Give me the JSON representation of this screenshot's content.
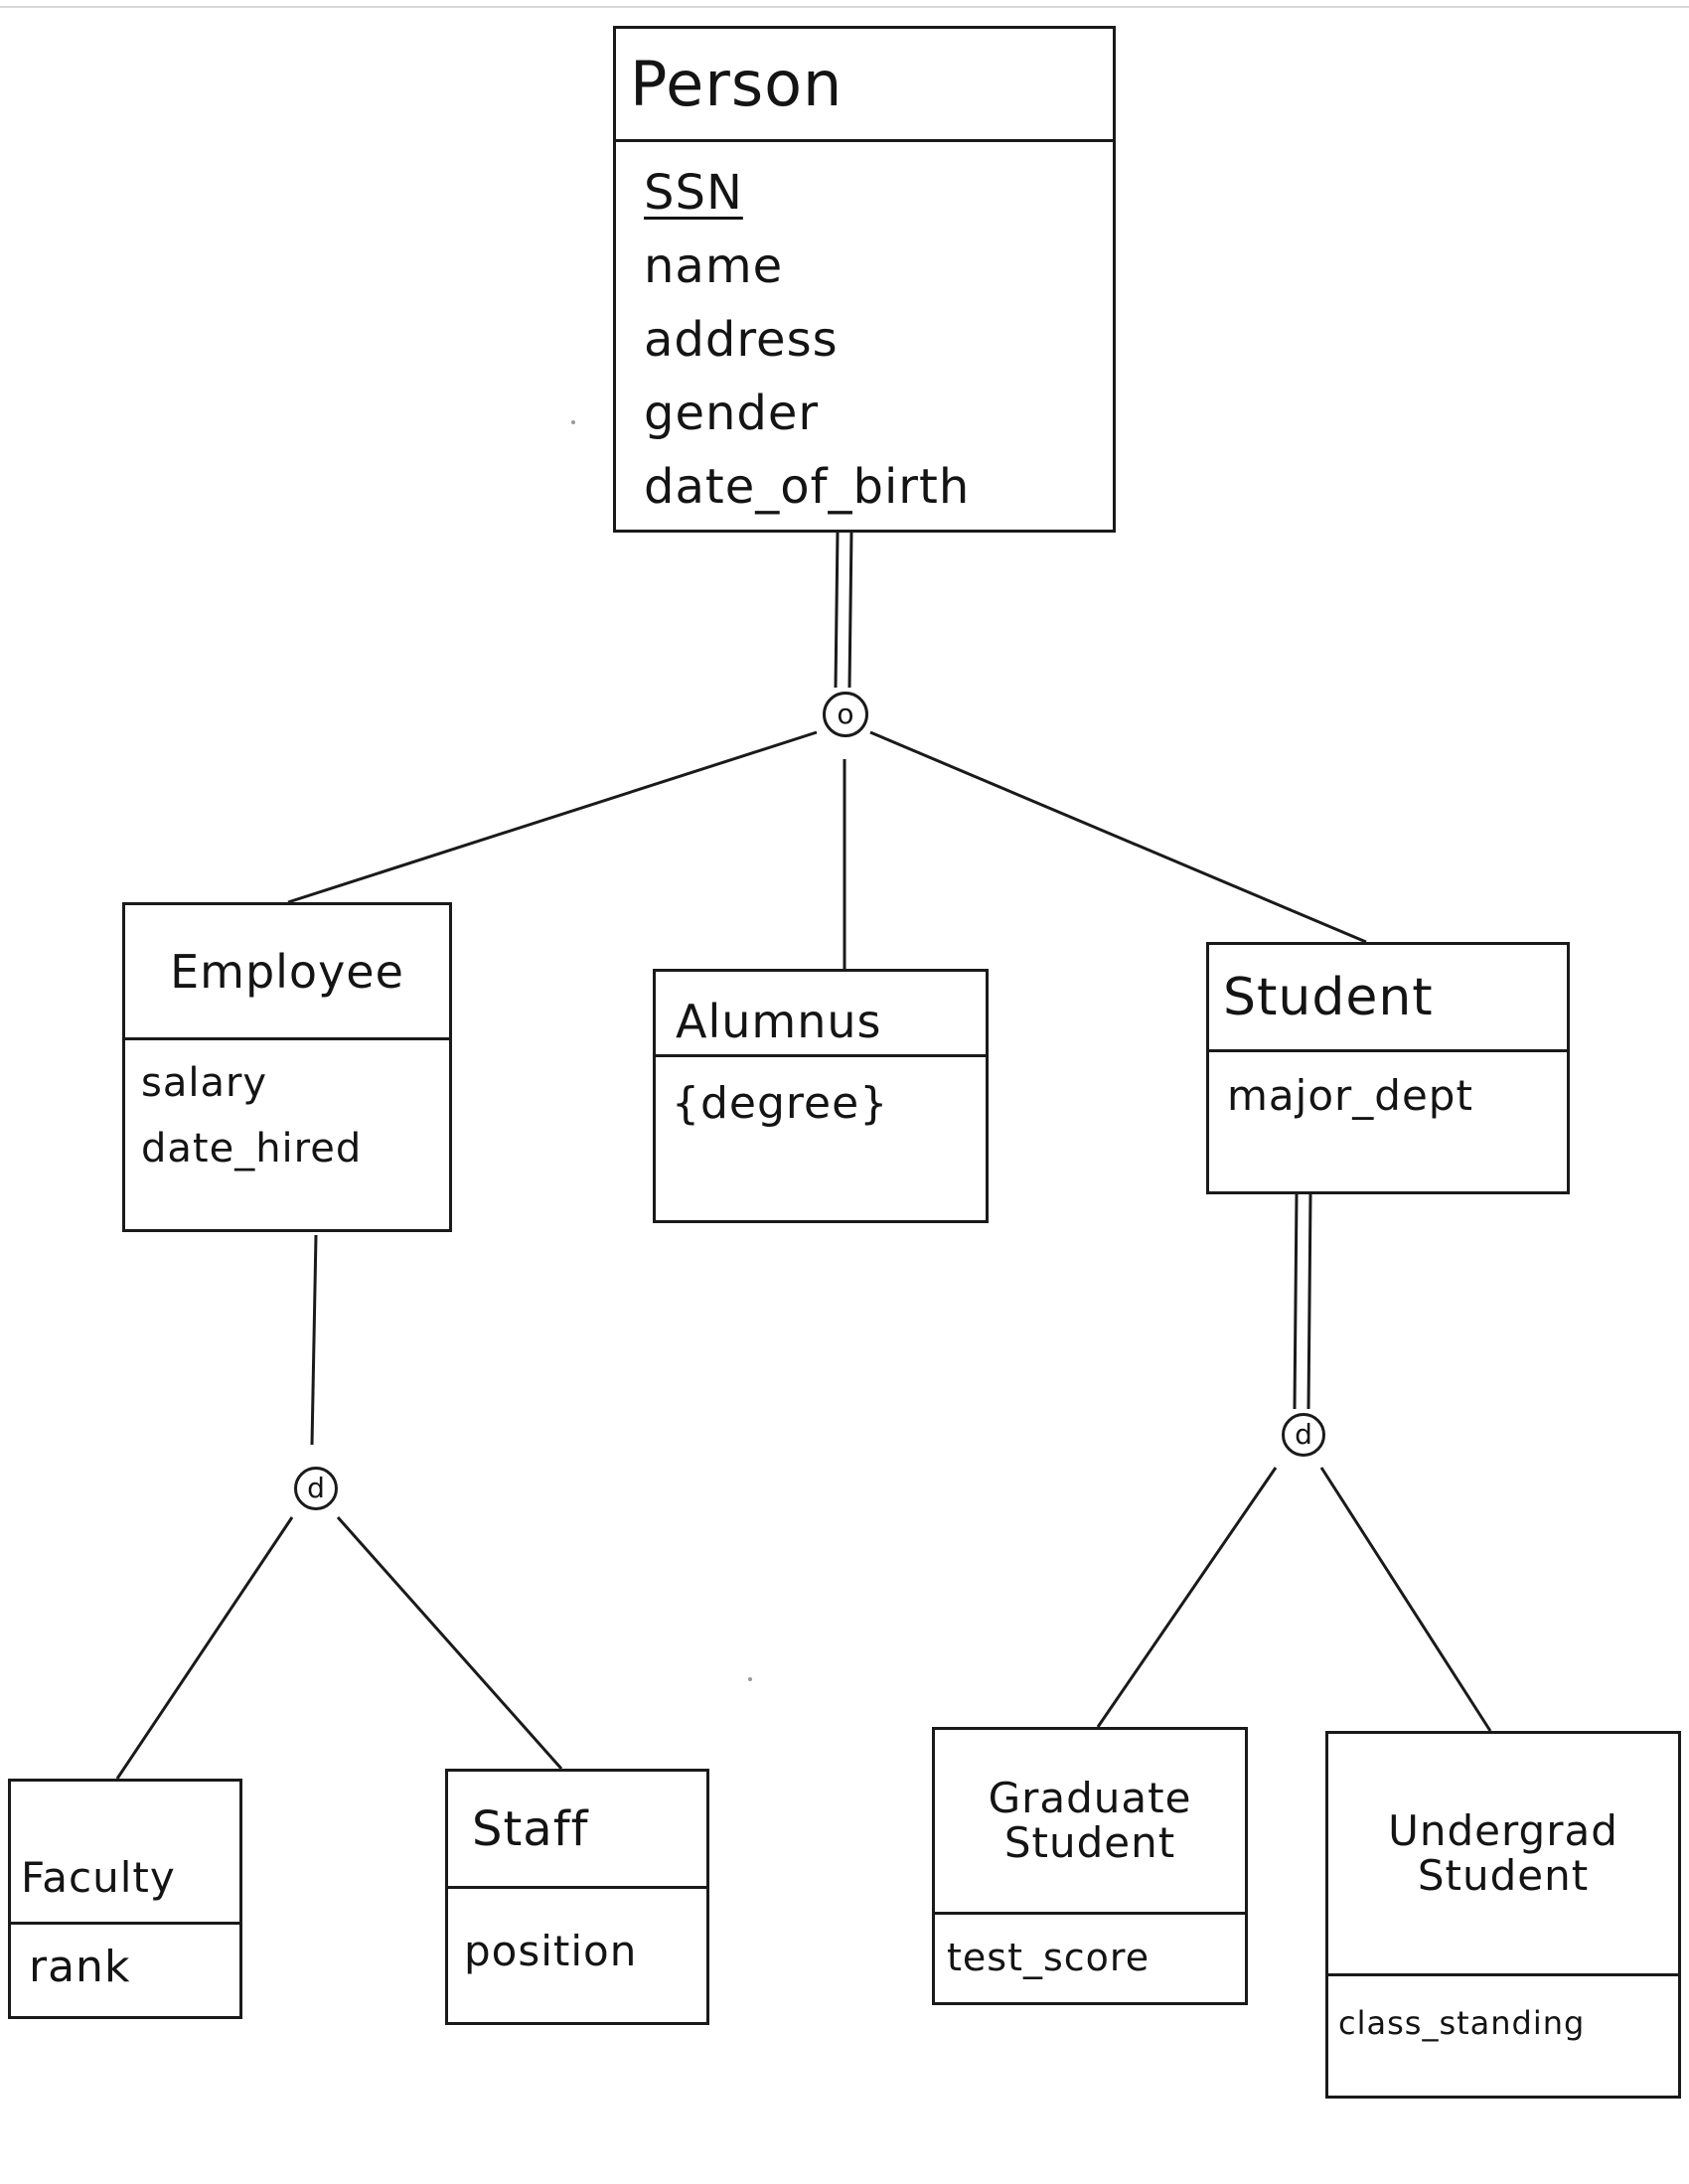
{
  "colors": {
    "ink": "#1a1a1a",
    "paper": "#ffffff"
  },
  "entities": {
    "person": {
      "name": "Person",
      "key": "SSN",
      "attributes": [
        "name",
        "address",
        "gender",
        "date_of_birth"
      ]
    },
    "employee": {
      "name": "Employee",
      "attributes": [
        "salary",
        "date_hired"
      ]
    },
    "alumnus": {
      "name": "Alumnus",
      "attributes": [
        "{degree}"
      ]
    },
    "student": {
      "name": "Student",
      "attributes": [
        "major_dept"
      ]
    },
    "faculty": {
      "name": "Faculty",
      "attributes": [
        "rank"
      ]
    },
    "staff": {
      "name": "Staff",
      "attributes": [
        "position"
      ]
    },
    "graduate_student": {
      "name_line1": "Graduate",
      "name_line2": "Student",
      "attributes": [
        "test_score"
      ]
    },
    "undergrad_student": {
      "name_line1": "Undergrad",
      "name_line2": "Student",
      "attributes": [
        "class_standing"
      ]
    }
  },
  "specializations": {
    "person": {
      "constraint": "o",
      "participation": "total",
      "subclasses": [
        "Employee",
        "Alumnus",
        "Student"
      ]
    },
    "employee": {
      "constraint": "d",
      "participation": "partial",
      "subclasses": [
        "Faculty",
        "Staff"
      ]
    },
    "student": {
      "constraint": "d",
      "participation": "total",
      "subclasses": [
        "Graduate Student",
        "Undergrad Student"
      ]
    }
  }
}
